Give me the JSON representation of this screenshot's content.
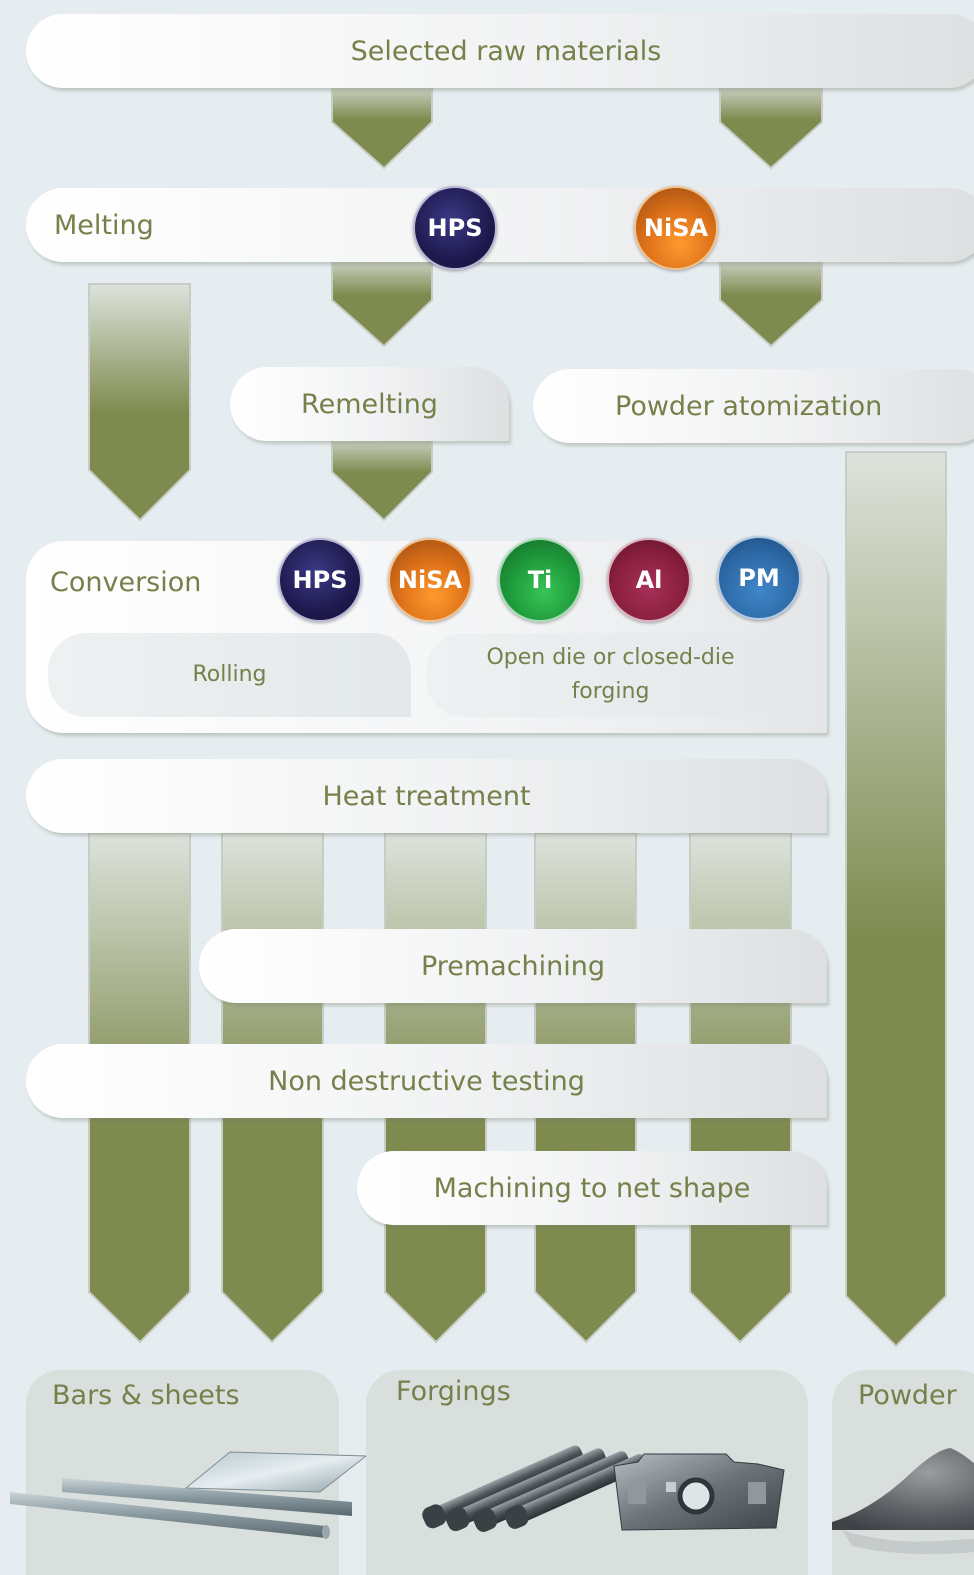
{
  "steps": {
    "raw_materials": "Selected raw materials",
    "melting": "Melting",
    "remelting": "Remelting",
    "powder_atomization": "Powder atomization",
    "conversion": "Conversion",
    "rolling": "Rolling",
    "forging": "Open die or closed-die forging",
    "heat_treatment": "Heat treatment",
    "premachining": "Premachining",
    "ndt": "Non destructive testing",
    "machining": "Machining to net shape"
  },
  "badges": {
    "hps": "HPS",
    "nisa": "NiSA",
    "ti": "Ti",
    "al": "Al",
    "pm": "PM"
  },
  "colors": {
    "arrow": "#7e8a4e",
    "text": "#75804a",
    "hps": "#2a1f5e",
    "nisa": "#e87a1c",
    "ti": "#1f9a3c",
    "al": "#8a1f3e",
    "pm": "#2e6aa8"
  },
  "products": {
    "bars": "Bars & sheets",
    "forgings": "Forgings",
    "powder": "Powder"
  }
}
